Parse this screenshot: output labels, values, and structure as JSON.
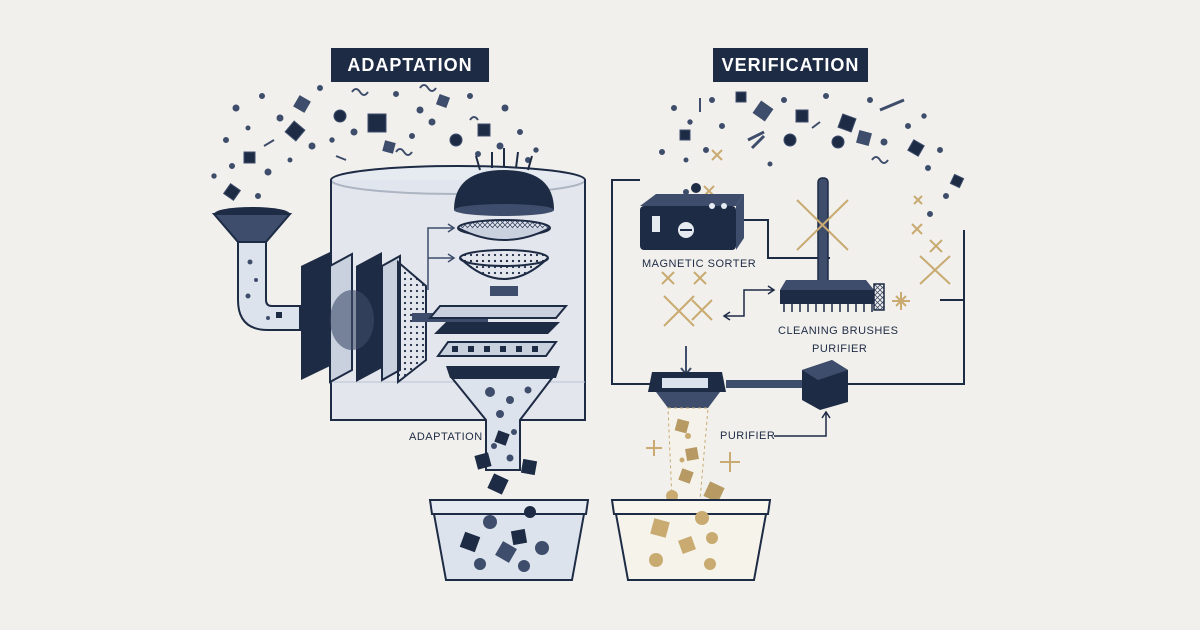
{
  "sections": {
    "left": {
      "title": "ADAPTATION",
      "bottom_label": "ADAPTATION"
    },
    "right": {
      "title": "VERIFICATION",
      "magnetic_sorter_label": "MAGNETIC SORTER",
      "cleaning_brushes_label": "CLEANING BRUSHES",
      "purifier_label_upper": "PURIFIER",
      "purifier_label_lower": "PURIFIER"
    }
  },
  "colors": {
    "background": "#f1f0ec",
    "navy": "#1e2b45",
    "slate": "#3e4d6b",
    "gold": "#c9ab72",
    "tank_fill": "#dde3ec"
  }
}
